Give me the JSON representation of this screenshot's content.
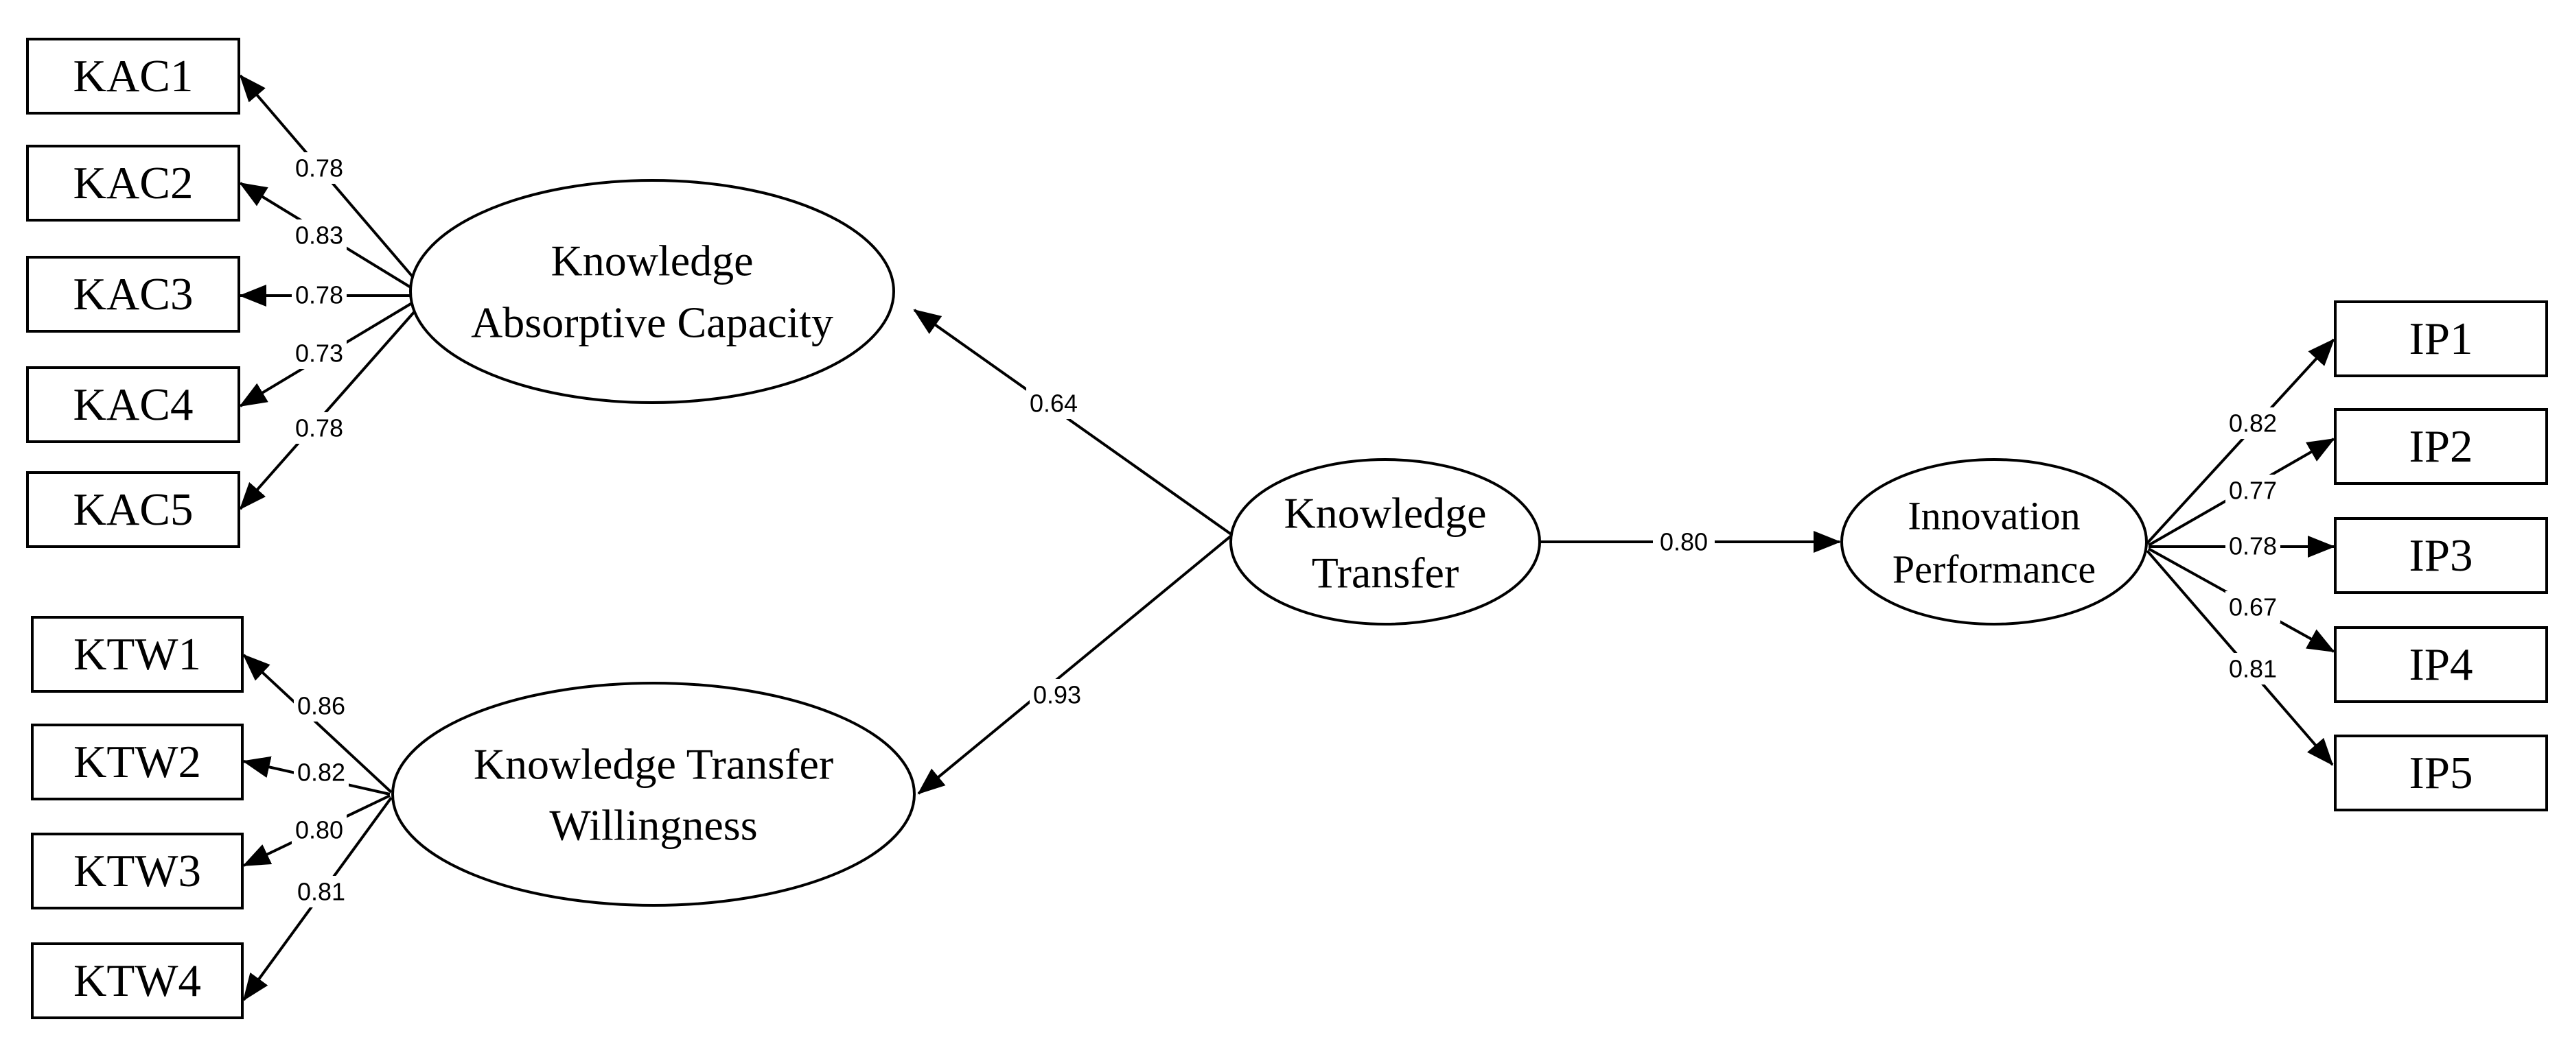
{
  "constructs": {
    "kac": [
      "Knowledge",
      "Absorptive Capacity"
    ],
    "ktw": [
      "Knowledge Transfer",
      "Willingness"
    ],
    "kt": [
      "Knowledge",
      "Transfer"
    ],
    "ip": [
      "Innovation",
      "Performance"
    ]
  },
  "indicators": {
    "kac": [
      "KAC1",
      "KAC2",
      "KAC3",
      "KAC4",
      "KAC5"
    ],
    "ktw": [
      "KTW1",
      "KTW2",
      "KTW3",
      "KTW4"
    ],
    "ip": [
      "IP1",
      "IP2",
      "IP3",
      "IP4",
      "IP5"
    ]
  },
  "paths": {
    "kt_to_kac": "0.64",
    "kt_to_ktw": "0.93",
    "kt_to_ip": "0.80"
  },
  "loadings": {
    "kac": [
      "0.78",
      "0.83",
      "0.78",
      "0.73",
      "0.78"
    ],
    "ktw": [
      "0.86",
      "0.82",
      "0.80",
      "0.81"
    ],
    "ip": [
      "0.82",
      "0.77",
      "0.78",
      "0.67",
      "0.81"
    ]
  },
  "colors": {
    "stroke": "#000000",
    "background": "#ffffff"
  }
}
